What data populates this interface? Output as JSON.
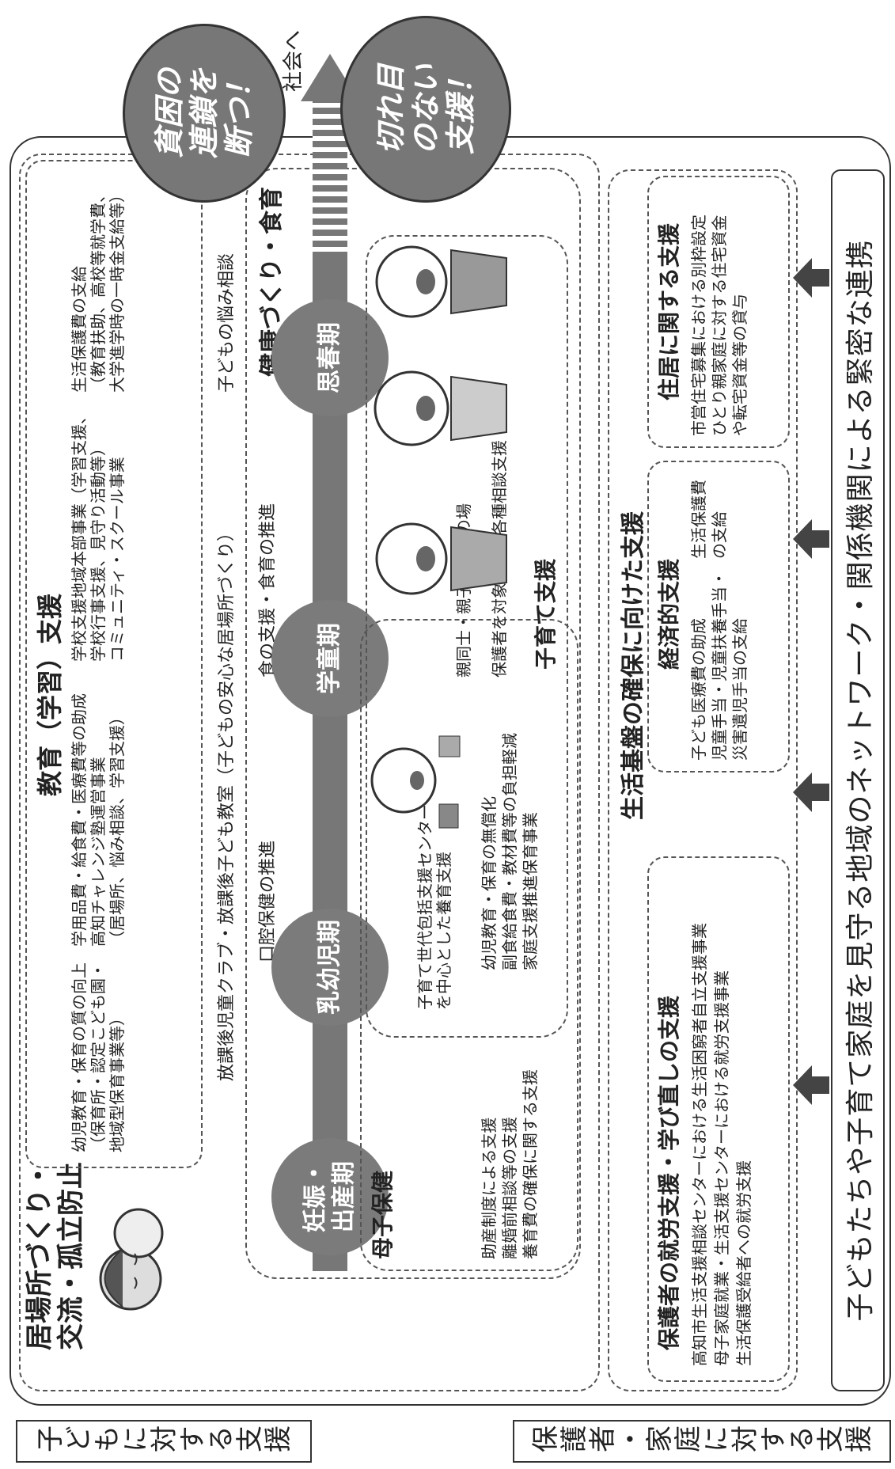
{
  "side_labels": {
    "children": "子どもに対する支援",
    "guardians": "保護者・家庭に対する支援"
  },
  "arrow_goal": "社会へ",
  "slogans": {
    "chain": "貧困の\n連鎖を\n断つ！",
    "seamless": "切れ目\nのない\n支援！"
  },
  "ibasho": {
    "title": "居場所づくり・\n交流・孤立防止"
  },
  "education": {
    "heading": "教育（学習）支援",
    "col1": "幼児教育・保育の質の向上\n（保育所・認定こども園・\n地域型保育事業等）",
    "col2": "学用品費・給食費・医療費等の助成\n高知チャレンジ塾運営事業\n（居場所、悩み相談、学習支援）",
    "col3": "学校支援地域本部事業（学習支援、\n学校行事支援、見守り活動等）\nコミュニティ・スクール事業",
    "col4": "生活保護費の支給\n（教育扶助、高校等就学費、\n大学進学時の一時金支給等）"
  },
  "afterschool": {
    "text1": "放課後児童クラブ・放課後子ども教室（子どもの安心な居場所づくり）",
    "text2": "子どもの悩み相談"
  },
  "health": {
    "heading": "健康づくり・食育",
    "oral": "口腔保健の推進",
    "food": "食の支援・食育の推進"
  },
  "stages": [
    "妊娠・\n出産期",
    "乳幼児期",
    "学童期",
    "思春期"
  ],
  "boshi": {
    "heading": "母子保健",
    "items": "助産制度による支援\n離婚前相談等の支援\n養育費の確保に関する支援"
  },
  "childcare": {
    "heading": "子育て支援",
    "center": "子育て世代包括支援センター\nを中心とした養育支援",
    "early": "幼児教育・保育の無償化\n副食給食費・教材費等の負担軽減\n家庭支援推進保育事業",
    "gather": "親同士・親子の集いの場",
    "consult": "保護者を対象とした各種相談支援"
  },
  "livelihood": {
    "heading": "生活基盤の確保に向けた支援",
    "employment": {
      "heading": "保護者の就労支援・学び直しの支援",
      "items": "高知市生活支援相談センターにおける生活困窮者自立支援事業\n母子家庭就業・生活支援センターにおける就労支援事業\n生活保護受給者への就労支援"
    },
    "economic": {
      "heading": "経済的支援",
      "items1": "子ども医療費の助成\n児童手当・児童扶養手当・\n災害遺児手当の支給",
      "items2": "生活保護費\nの支給"
    },
    "housing": {
      "heading": "住居に関する支援",
      "items": "市営住宅募集における別枠設定\nひとり親家庭に対する住宅資金\nや転宅資金等の貸与"
    }
  },
  "network": "子どもたちや子育て家庭を見守る地域のネットワーク・関係機関による緊密な連携"
}
